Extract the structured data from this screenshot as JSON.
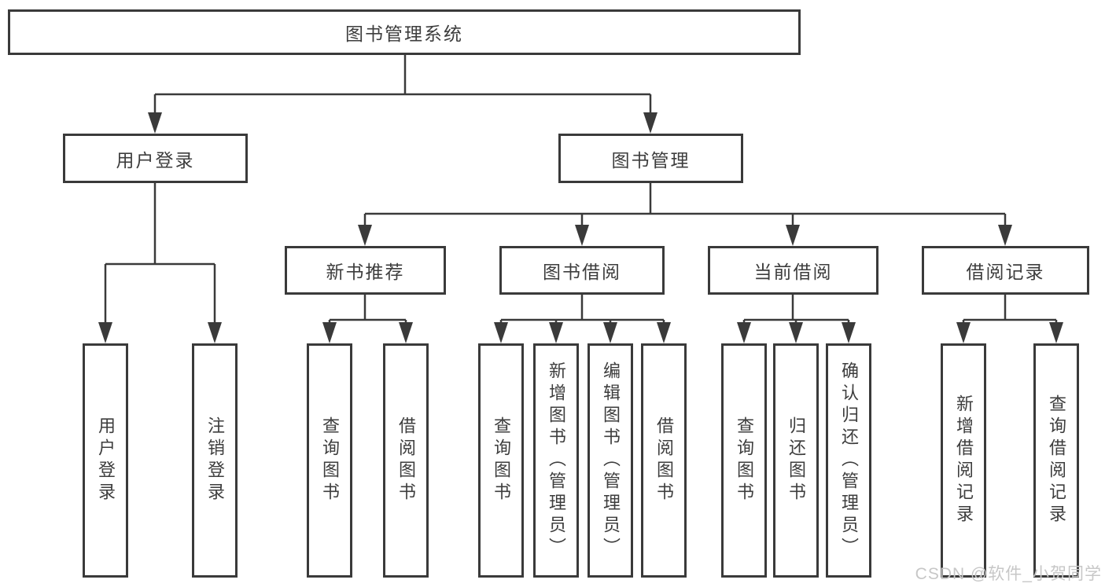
{
  "title": "图书管理系统",
  "watermark": "CSDN @软件_小贺同学",
  "colors": {
    "line": "#3a3a3a",
    "text": "#3d3d3d",
    "background": "#ffffff",
    "watermark": "#c7c7c7"
  },
  "tree": {
    "root": "图书管理系统",
    "branches": [
      {
        "label": "用户登录",
        "children": [
          "用户登录",
          "注销登录"
        ]
      },
      {
        "label": "图书管理",
        "sections": [
          {
            "label": "新书推荐",
            "children": [
              "查询图书",
              "借阅图书"
            ]
          },
          {
            "label": "图书借阅",
            "children": [
              "查询图书",
              "新增图书（管理员）",
              "编辑图书（管理员）",
              "借阅图书"
            ]
          },
          {
            "label": "当前借阅",
            "children": [
              "查询图书",
              "归还图书",
              "确认归还（管理员）"
            ]
          },
          {
            "label": "借阅记录",
            "children": [
              "新增借阅记录",
              "查询借阅记录"
            ]
          }
        ]
      }
    ]
  }
}
